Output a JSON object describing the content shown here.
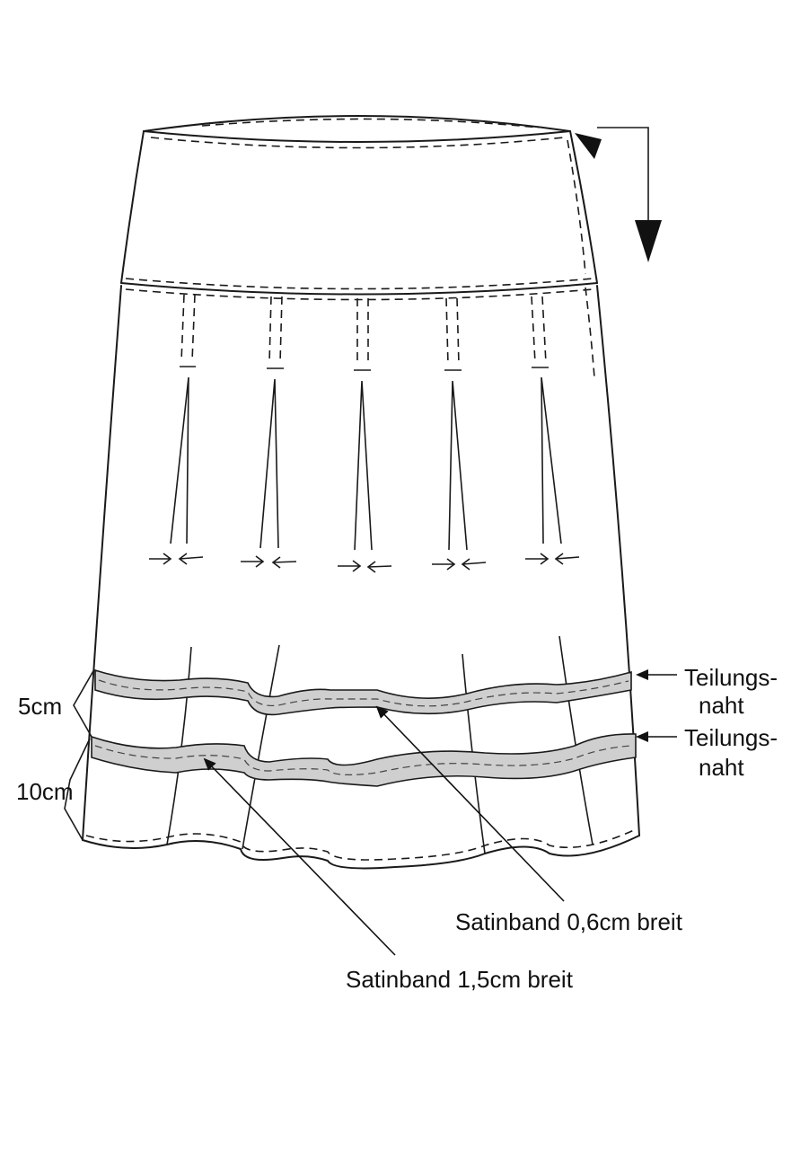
{
  "colors": {
    "line": "#1a1a1a",
    "ribbon_fill": "#cfcfcf",
    "background": "#ffffff"
  },
  "labels": {
    "seam_top": "Teilungs-",
    "seam_top_2": "naht",
    "seam_bottom": "Teilungs-",
    "seam_bottom_2": "naht",
    "dim_5": "5cm",
    "dim_10": "10cm",
    "ribbon_narrow": "Satinband 0,6cm breit",
    "ribbon_wide": "Satinband 1,5cm breit"
  },
  "icons": {
    "direction_arrow": "down-arrow-icon",
    "pointer": "arrowhead-icon"
  }
}
